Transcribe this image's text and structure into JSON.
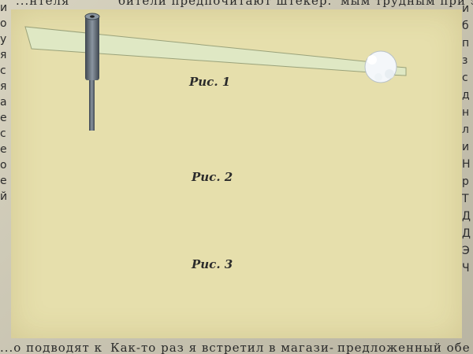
{
  "top_text": [
    "...нтеля",
    "бители предпочитают штекер.",
    "мым трудным при эт"
  ],
  "bottom_text": [
    "...о подводят к",
    "Как-то раз я встретил в магази-",
    "предложенный обе"
  ],
  "left_margin_letters": [
    "и",
    "о",
    "у",
    "я",
    "",
    "с",
    "я",
    "а",
    "е",
    "с",
    "е",
    "о",
    "е",
    "й"
  ],
  "right_margin_letters": [
    "и",
    "б",
    "п",
    "з",
    "с",
    "д",
    "н",
    "л",
    "и",
    "Н",
    "р",
    "Т",
    "Д",
    "Д",
    "Э",
    "Ч"
  ],
  "captions": {
    "fig1": "Рис. 1",
    "fig2": "Рис. 2",
    "fig3": "Рис. 3"
  },
  "colors": {
    "panel": "#e6dfac",
    "tool_metal": "#5d6670",
    "tube_blue": "#58a8d8",
    "ring_pink": "#d04a8a",
    "wire_copper": "#b0612f",
    "line_yellow": "#d8c868"
  }
}
